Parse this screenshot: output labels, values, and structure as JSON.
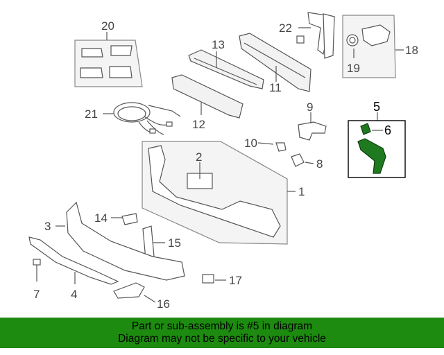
{
  "callouts": {
    "c1": "1",
    "c2": "2",
    "c3": "3",
    "c4": "4",
    "c5": "5",
    "c6": "6",
    "c7": "7",
    "c8": "8",
    "c9": "9",
    "c10": "10",
    "c11": "11",
    "c12": "12",
    "c13": "13",
    "c14": "14",
    "c15": "15",
    "c16": "16",
    "c17": "17",
    "c18": "18",
    "c19": "19",
    "c20": "20",
    "c21": "21",
    "c22": "22"
  },
  "highlight": {
    "part": "5",
    "color": "#1f7a1f"
  },
  "banner": {
    "line1": "Part or sub-assembly is #5 in diagram",
    "line2": "Diagram may not be specific to your vehicle",
    "color": "#1d8a10"
  }
}
